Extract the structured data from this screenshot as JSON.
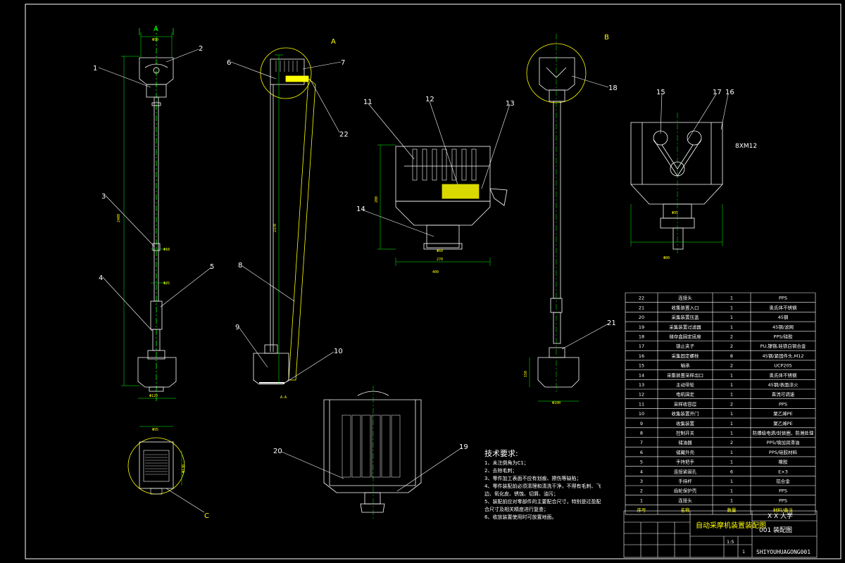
{
  "section_labels": {
    "a_left": "A",
    "a_right": "A",
    "b": "B",
    "c": "C",
    "a_view": "A-A"
  },
  "callouts": [
    "1",
    "2",
    "3",
    "4",
    "5",
    "6",
    "7",
    "8",
    "9",
    "10",
    "11",
    "12",
    "13",
    "14",
    "15",
    "16",
    "17",
    "18",
    "19",
    "20",
    "21",
    "22"
  ],
  "dimensions": {
    "d_top_left": "Φ50",
    "d_total_left": "2400",
    "d_mid_left": "Φ18",
    "d_mid_left2": "Φ25",
    "d_bottom_left": "Φ120",
    "d_total_mid": "2370",
    "d_box_w": "270",
    "d_box_h": "200",
    "d_box_bottom": "400",
    "d_box_width_label": "Φ60",
    "d_right_bottom": "Φ100",
    "d_right_h": "150",
    "d_side_w": "Φ95",
    "d_c_w": "Φ95",
    "d_c_h": "Φ130",
    "d_bottom_view": "Φ80",
    "bolt_note": "8XM12"
  },
  "notes": {
    "title": "技术要求:",
    "lines": [
      "1、未注倒角为C1；",
      "2、去除毛刺；",
      "3、零件加工表面不应有划痕、擦伤等缺陷；",
      "4、零件装配前必须清理和清洗干净，不得有毛刺、飞",
      "边、氧化皮、锈蚀、切屑、油污；",
      "5、装配前应对零部件的主要配合尺寸，特别是过盈配",
      "合尺寸及相关精度进行复查；",
      "6、收放装置使用时可放置地面。"
    ]
  },
  "bom": {
    "rows": [
      [
        "22",
        "连接头",
        "1",
        "PPS"
      ],
      [
        "21",
        "收集装置入口",
        "1",
        "奥氏体不锈钢"
      ],
      [
        "20",
        "采集装置压盖",
        "1",
        "45钢"
      ],
      [
        "19",
        "采集装置过滤器",
        "1",
        "45钢/滤网"
      ],
      [
        "18",
        "储存盒固定底座",
        "2",
        "PPS/硅胶"
      ],
      [
        "17",
        "锁止夹子",
        "2",
        "PU,镍铬,硅铁白铜合金"
      ],
      [
        "16",
        "采集固定螺栓",
        "8",
        "45钢/紧固件头,M12"
      ],
      [
        "15",
        "轴承",
        "2",
        "UCP205"
      ],
      [
        "14",
        "采集装置采样出口",
        "1",
        "奥氏体不锈钢"
      ],
      [
        "13",
        "主动带轮",
        "1",
        "45钢/表面淬火"
      ],
      [
        "12",
        "电机固定",
        "1",
        "直流可调速"
      ],
      [
        "11",
        "采样收容层",
        "2",
        "PPS"
      ],
      [
        "10",
        "收集装置开门",
        "1",
        "聚乙烯PE"
      ],
      [
        "9",
        "收集装置",
        "1",
        "聚乙烯PE"
      ],
      [
        "8",
        "控制开关",
        "1",
        "防爆级电源/封装圈，防潮处理"
      ],
      [
        "7",
        "储油器",
        "2",
        "PPS/填加润滑油"
      ],
      [
        "6",
        "储藏外壳",
        "1",
        "PPS/硅胶材料"
      ],
      [
        "5",
        "手持把手",
        "1",
        "橡胶"
      ],
      [
        "4",
        "连接紧固孔",
        "6",
        "E×3"
      ],
      [
        "3",
        "手持杆",
        "1",
        "铝合金"
      ],
      [
        "2",
        "齿轮保护壳",
        "1",
        "PPS"
      ],
      [
        "1",
        "连接头",
        "1",
        "PPS"
      ]
    ],
    "header": [
      "序号",
      "名称",
      "数量",
      "材料/备注"
    ]
  },
  "title_block": {
    "drawing_title": "自动采摩机装置装配图",
    "school": "X X 大学",
    "drawing_no": "001 装配图",
    "code": "SHIYOUHUAGONG001",
    "scale": "1:5",
    "sheet": "1"
  }
}
